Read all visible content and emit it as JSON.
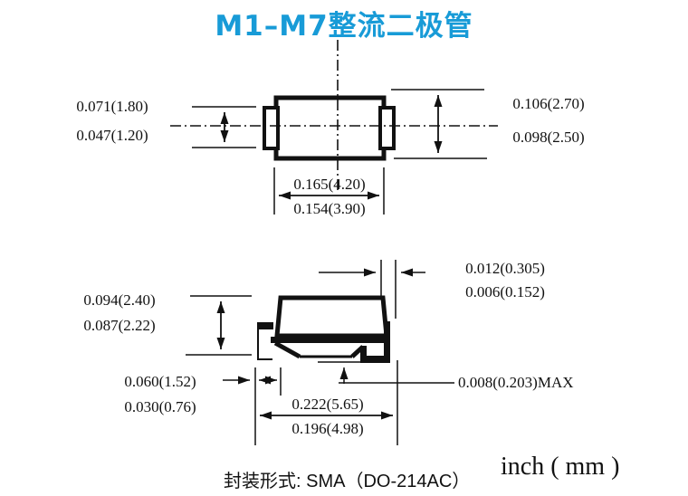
{
  "title": "M1–M7整流二极管",
  "colors": {
    "title_blue": "#189BD7",
    "line_black": "#111111"
  },
  "top_view": {
    "dim_tab_height": {
      "top": "0.071(1.80)",
      "bottom": "0.047(1.20)"
    },
    "dim_body_height": {
      "top": "0.106(2.70)",
      "bottom": "0.098(2.50)"
    },
    "dim_body_width": {
      "top": "0.165(4.20)",
      "bottom": "0.154(3.90)"
    }
  },
  "side_view": {
    "dim_overall_height": {
      "top": "0.094(2.40)",
      "bottom": "0.087(2.22)"
    },
    "dim_lead_thickness": {
      "top": "0.012(0.305)",
      "bottom": "0.006(0.152)"
    },
    "dim_foot_length": {
      "top": "0.060(1.52)",
      "bottom": "0.030(0.76)"
    },
    "dim_overall_width": {
      "top": "0.222(5.65)",
      "bottom": "0.196(4.98)"
    },
    "dim_standoff": "0.008(0.203)MAX"
  },
  "footer": {
    "package_label": "封装形式: SMA（DO-214AC）",
    "units_label": "inch ( mm )"
  }
}
